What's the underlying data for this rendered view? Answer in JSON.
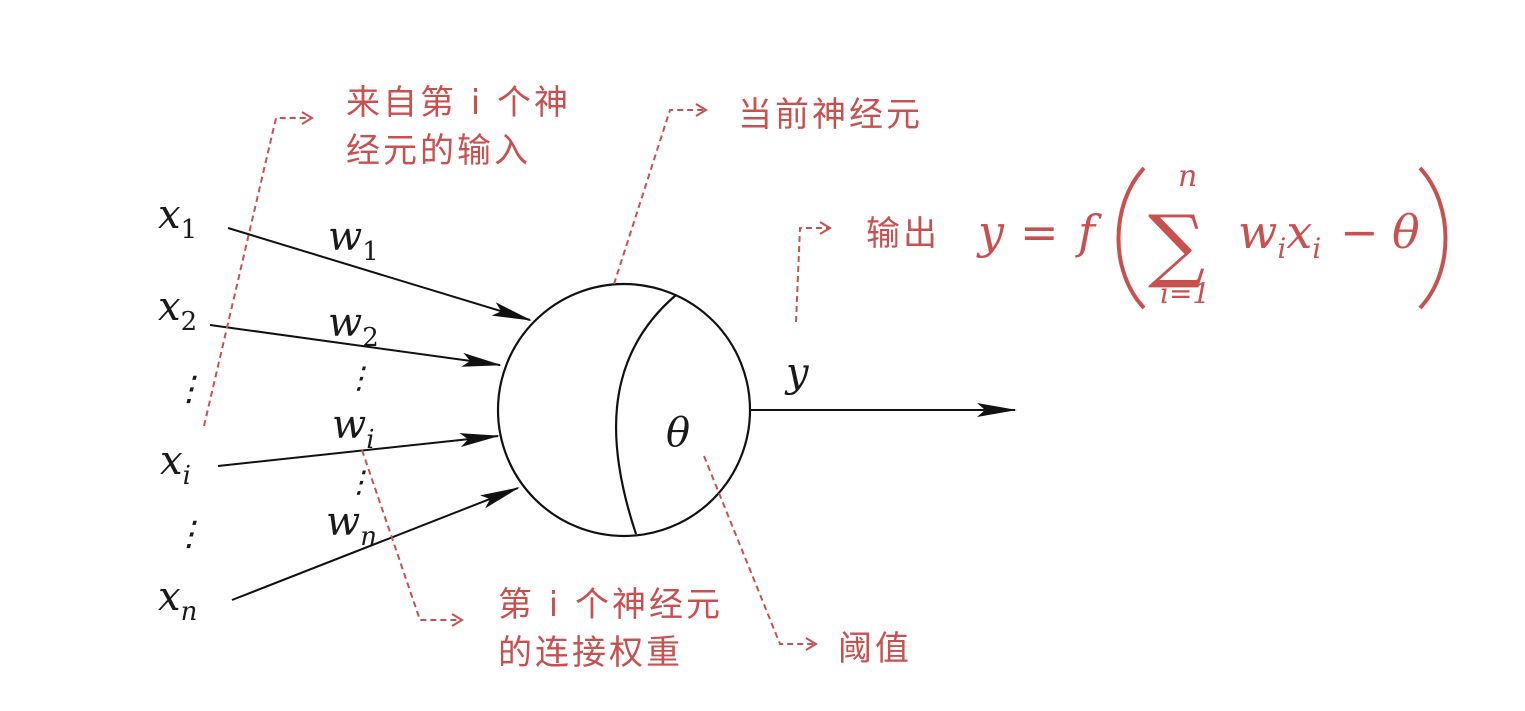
{
  "inputs": {
    "x1": {
      "base": "x",
      "sub": "1"
    },
    "x2": {
      "base": "x",
      "sub": "2"
    },
    "xi": {
      "base": "x",
      "sub": "i"
    },
    "xn": {
      "base": "x",
      "sub": "n"
    },
    "vdots": "⋮"
  },
  "weights": {
    "w1": {
      "base": "w",
      "sub": "1"
    },
    "w2": {
      "base": "w",
      "sub": "2"
    },
    "wi": {
      "base": "w",
      "sub": "i"
    },
    "wn": {
      "base": "w",
      "sub": "n"
    },
    "vdots": "⋮"
  },
  "neuron": {
    "threshold": "θ",
    "output": "y"
  },
  "annotations": {
    "input_from_neuron": [
      "来自第 i 个神",
      "经元的输入"
    ],
    "current_neuron": "当前神经元",
    "output_label": "输出",
    "connection_weight": [
      "第 i 个神经元",
      "的连接权重"
    ],
    "threshold_label": "阈值"
  },
  "formula": {
    "lhs": "y",
    "eq": "=",
    "func": "f",
    "sum_upper": "n",
    "sum_lower": "i=1",
    "sigma": "∑",
    "w": "w",
    "w_sub": "i",
    "x": "x",
    "x_sub": "i",
    "minus": "−",
    "theta": "θ"
  },
  "colors": {
    "annotation": "#c8504f",
    "ink": "#111111"
  }
}
